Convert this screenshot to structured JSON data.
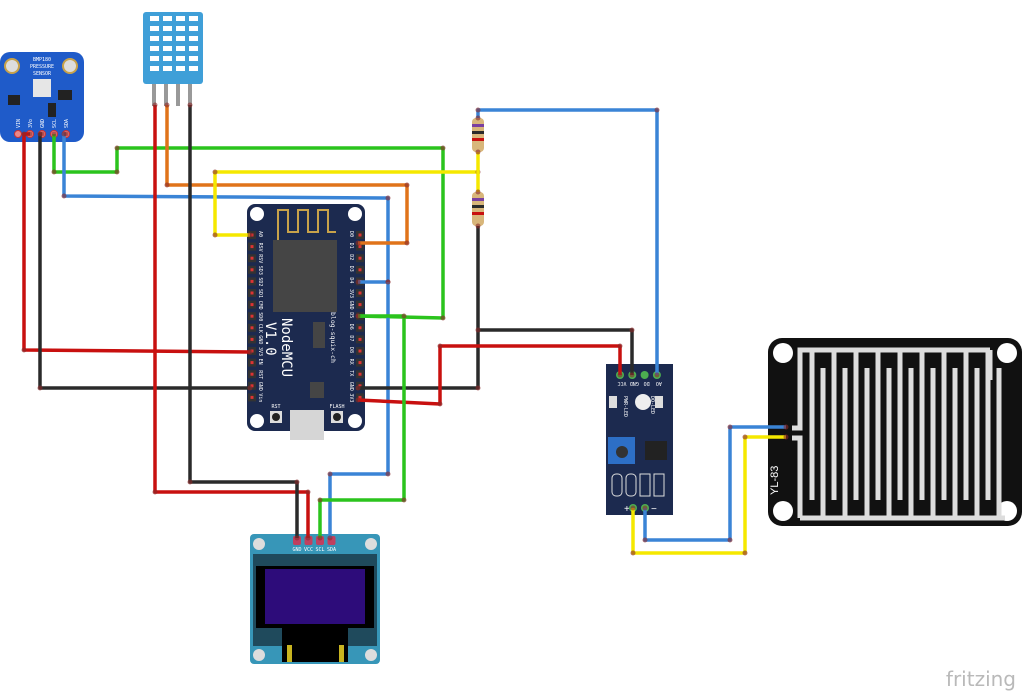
{
  "bmp180": {
    "title_line1": "BMP180",
    "title_line2": "PRESSURE",
    "title_line3": "SENSOR",
    "pins": [
      "VIN",
      "3Vo",
      "GND",
      "SCL",
      "SDA"
    ]
  },
  "nodemcu": {
    "name": "NodeMCU",
    "version": "V1.0",
    "site": "blog-squix-ch",
    "rst": "RST",
    "flash": "FLASH",
    "left_pins": [
      "A0",
      "RSV",
      "RSV",
      "SD3",
      "SD2",
      "SD1",
      "CMD",
      "SD0",
      "CLK",
      "GND",
      "3V3",
      "EN",
      "RST",
      "GND",
      "Vin"
    ],
    "right_pins": [
      "D0",
      "D1",
      "D2",
      "D3",
      "D4",
      "3V3",
      "GND",
      "D5",
      "D6",
      "D7",
      "D8",
      "RX",
      "TX",
      "GND",
      "3V3"
    ]
  },
  "oled": {
    "pins": [
      "GND",
      "VCC",
      "SCL",
      "SDA"
    ]
  },
  "rain_module": {
    "pins": [
      "VCC",
      "GND",
      "DO",
      "AO"
    ],
    "led_left": "PWR-LED",
    "led_right": "DO-LED",
    "plus": "+",
    "minus": "−"
  },
  "rain_sensor": {
    "label": "YL-83"
  },
  "brand": "fritzing",
  "wire_colors": {
    "red": "#c8100f",
    "black": "#2a2a2a",
    "green": "#2bc41d",
    "blue": "#3a84d6",
    "orange": "#e0731a",
    "yellow": "#f5e800"
  }
}
